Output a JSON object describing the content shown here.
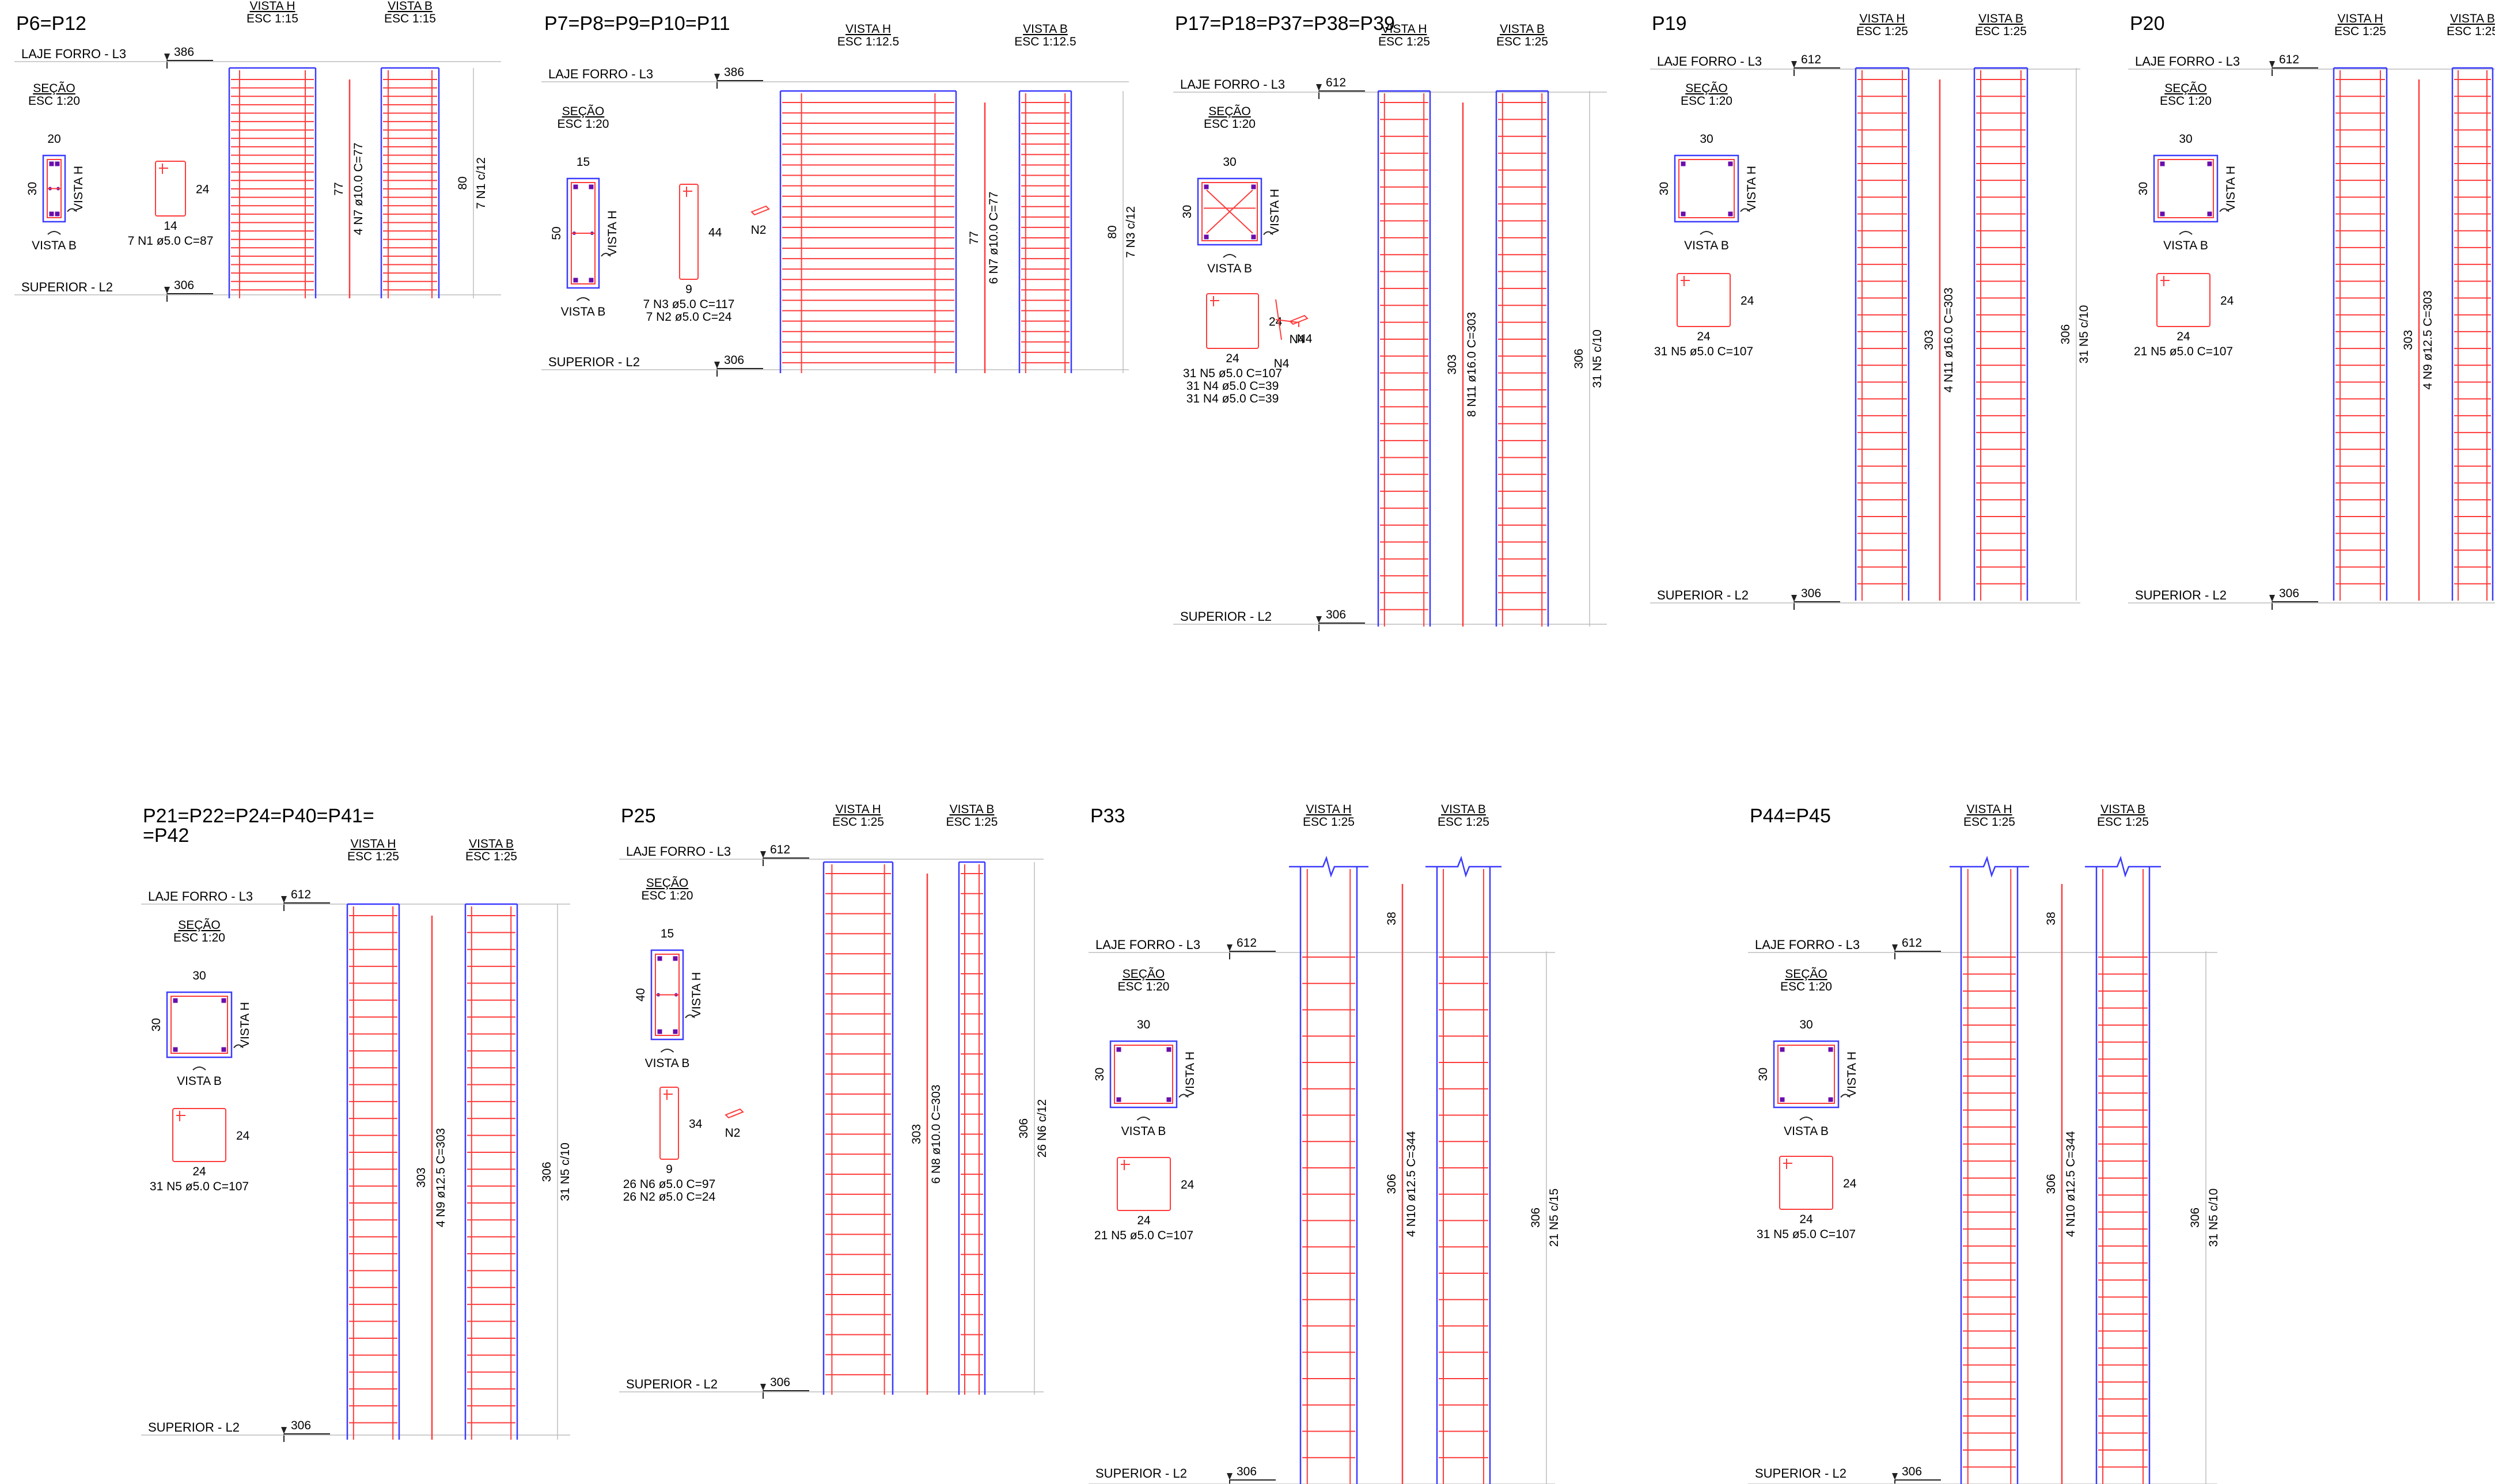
{
  "colors": {
    "rebar": "#ff3b3b",
    "outline": "#3b3bff",
    "tie": "#6a0dad",
    "text": "#000000",
    "line": "#222222",
    "guide": "#bdbdbd"
  },
  "labels": {
    "laje": "LAJE FORRO - L3",
    "superior": "SUPERIOR - L2",
    "secao": "SEÇÃO",
    "secao_scale": "ESC 1:20",
    "vista_h": "VISTA H",
    "vista_b": "VISTA B"
  },
  "pillars": [
    {
      "id": "p6",
      "title": [
        "P6=P12"
      ],
      "vista_scale": "ESC 1:15",
      "level_top": "386",
      "level_bottom": "306",
      "section": {
        "width": "20",
        "height": "30"
      },
      "stirrup": {
        "a": "24",
        "b": "14"
      },
      "stirrup_notes": [
        "7 N1 ø5.0 C=87"
      ],
      "long_bar": {
        "length": "77",
        "spec": "4 N7 ø10.0 C=77"
      },
      "spacing": {
        "length": "80",
        "spec": "7 N1 c/12"
      }
    },
    {
      "id": "p7",
      "title": [
        "P7=P8=P9=P10=P11"
      ],
      "vista_scale": "ESC 1:12.5",
      "level_top": "386",
      "level_bottom": "306",
      "section": {
        "width": "15",
        "height": "50"
      },
      "stirrup": {
        "a": "44",
        "b": "9"
      },
      "hook": "N2",
      "stirrup_notes": [
        "7 N3 ø5.0 C=117",
        "7 N2 ø5.0 C=24"
      ],
      "long_bar": {
        "length": "77",
        "spec": "6 N7 ø10.0 C=77"
      },
      "spacing": {
        "length": "80",
        "spec": "7 N3 c/12"
      }
    },
    {
      "id": "p17",
      "title": [
        "P17=P18=P37=P38=P39"
      ],
      "vista_scale": "ESC 1:25",
      "level_top": "612",
      "level_bottom": "306",
      "section": {
        "width": "30",
        "height": "30"
      },
      "stirrup": {
        "a": "24",
        "b": "24"
      },
      "hook": "N4",
      "hook2": "N4",
      "stirrup_notes": [
        "31 N5 ø5.0 C=107",
        "31 N4 ø5.0 C=39",
        "31 N4 ø5.0 C=39"
      ],
      "long_bar": {
        "length": "303",
        "spec": "8 N11 ø16.0 C=303"
      },
      "spacing": {
        "length": "306",
        "spec": "31 N5 c/10"
      }
    },
    {
      "id": "p19",
      "title": [
        "P19"
      ],
      "vista_scale": "ESC 1:25",
      "level_top": "612",
      "level_bottom": "306",
      "section": {
        "width": "30",
        "height": "30"
      },
      "stirrup": {
        "a": "24",
        "b": "24"
      },
      "stirrup_notes": [
        "31 N5 ø5.0 C=107"
      ],
      "long_bar": {
        "length": "303",
        "spec": "4 N11 ø16.0 C=303"
      },
      "spacing": {
        "length": "306",
        "spec": "31 N5 c/10"
      }
    },
    {
      "id": "p20",
      "title": [
        "P20"
      ],
      "vista_scale": "ESC 1:25",
      "level_top": "612",
      "level_bottom": "306",
      "section": {
        "width": "30",
        "height": "30"
      },
      "stirrup": {
        "a": "24",
        "b": "24"
      },
      "stirrup_notes": [
        "21 N5 ø5.0 C=107"
      ],
      "long_bar": {
        "length": "303",
        "spec": "4 N9 ø12.5 C=303"
      }
    },
    {
      "id": "p21",
      "title": [
        "P21=P22=P24=P40=P41=",
        "=P42"
      ],
      "vista_scale": "ESC 1:25",
      "level_top": "612",
      "level_bottom": "306",
      "section": {
        "width": "30",
        "height": "30"
      },
      "stirrup": {
        "a": "24",
        "b": "24"
      },
      "stirrup_notes": [
        "31 N5 ø5.0 C=107"
      ],
      "long_bar": {
        "length": "303",
        "spec": "4 N9 ø12.5 C=303"
      },
      "spacing": {
        "length": "306",
        "spec": "31 N5 c/10"
      }
    },
    {
      "id": "p25",
      "title": [
        "P25"
      ],
      "vista_scale": "ESC 1:25",
      "level_top": "612",
      "level_bottom": "306",
      "section": {
        "width": "15",
        "height": "40"
      },
      "stirrup": {
        "a": "34",
        "b": "9"
      },
      "hook": "N2",
      "stirrup_notes": [
        "26 N6 ø5.0 C=97",
        "26 N2 ø5.0 C=24"
      ],
      "long_bar": {
        "length": "303",
        "spec": "6 N8 ø10.0 C=303"
      },
      "spacing": {
        "length": "306",
        "spec": "26 N6 c/12"
      }
    },
    {
      "id": "p33",
      "title": [
        "P33"
      ],
      "vista_scale": "ESC 1:25",
      "level_top": "612",
      "level_bottom": "306",
      "section": {
        "width": "30",
        "height": "30"
      },
      "stirrup": {
        "a": "24",
        "b": "24"
      },
      "stirrup_notes": [
        "21 N5 ø5.0 C=107"
      ],
      "lap": "38",
      "long_bar": {
        "length": "306",
        "spec": "4 N10 ø12.5 C=344"
      },
      "spacing": {
        "length": "306",
        "spec": "21 N5 c/15"
      }
    },
    {
      "id": "p44",
      "title": [
        "P44=P45"
      ],
      "vista_scale": "ESC 1:25",
      "level_top": "612",
      "level_bottom": "306",
      "section": {
        "width": "30",
        "height": "30"
      },
      "stirrup": {
        "a": "24",
        "b": "24"
      },
      "stirrup_notes": [
        "31 N5 ø5.0 C=107"
      ],
      "lap": "38",
      "long_bar": {
        "length": "306",
        "spec": "4 N10 ø12.5 C=344"
      },
      "spacing": {
        "length": "306",
        "spec": "31 N5 c/10"
      }
    }
  ]
}
